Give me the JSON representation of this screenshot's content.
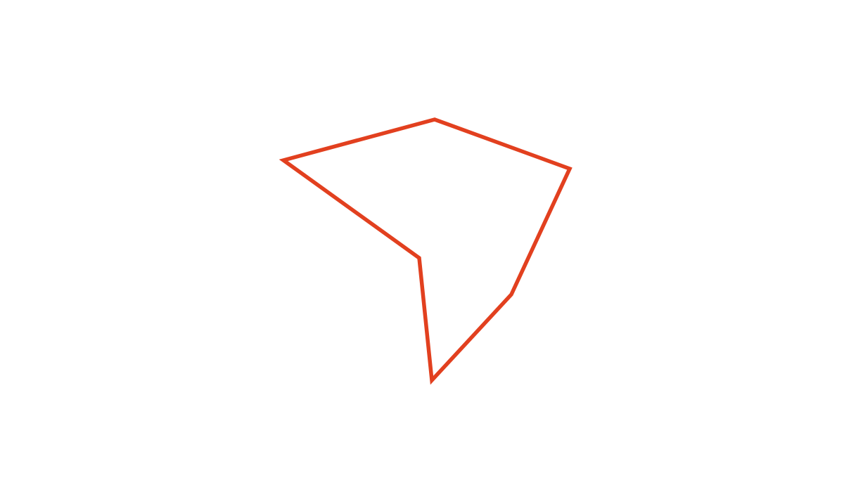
{
  "shape": {
    "type": "polygon-outline",
    "vertex_count": 6,
    "stroke_color": "#e2401f",
    "fill": "none",
    "background_color": "#ffffff"
  }
}
